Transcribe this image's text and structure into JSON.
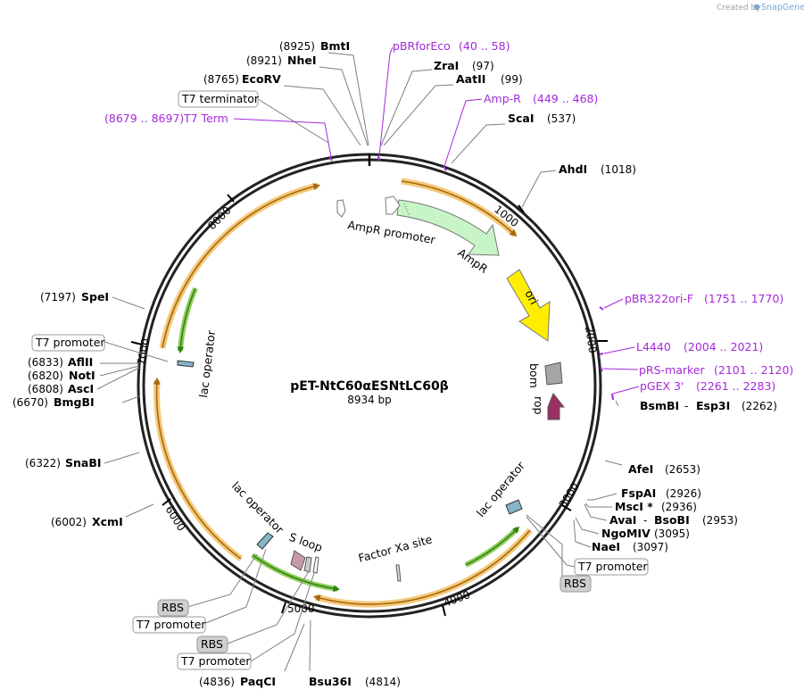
{
  "credit": {
    "prefix": "Created by",
    "brand": "SnapGene"
  },
  "plasmid": {
    "name": "pET-NtC60αESNtLC60β",
    "length_label": "8934 bp"
  },
  "ticks": [
    "1000",
    "2000",
    "3000",
    "4000",
    "5000",
    "6000",
    "7000",
    "8000"
  ],
  "sites": [
    {
      "name": "BmtI",
      "pos": "(8925)"
    },
    {
      "name": "NheI",
      "pos": "(8921)"
    },
    {
      "name": "EcoRV",
      "pos": "(8765)"
    },
    {
      "name": "ZraI",
      "pos": "(97)"
    },
    {
      "name": "AatII",
      "pos": "(99)"
    },
    {
      "name": "ScaI",
      "pos": "(537)"
    },
    {
      "name": "AhdI",
      "pos": "(1018)"
    },
    {
      "name": "SpeI",
      "pos": "(7197)"
    },
    {
      "name": "AflII",
      "pos": "(6833)"
    },
    {
      "name": "NotI",
      "pos": "(6820)"
    },
    {
      "name": "AscI",
      "pos": "(6808)"
    },
    {
      "name": "BmgBI",
      "pos": "(6670)"
    },
    {
      "name": "BsmBI",
      "pos": "(2262)",
      "alt": "Esp3I",
      "sep": "-"
    },
    {
      "name": "SnaBI",
      "pos": "(6322)"
    },
    {
      "name": "AfeI",
      "pos": "(2653)"
    },
    {
      "name": "FspAI",
      "pos": "(2926)"
    },
    {
      "name": "MscI *",
      "pos": "(2936)"
    },
    {
      "name": "AvaI",
      "pos": "(2953)",
      "alt": "BsoBI",
      "sep": "-"
    },
    {
      "name": "NgoMIV",
      "pos": "(3095)"
    },
    {
      "name": "NaeI",
      "pos": "(3097)"
    },
    {
      "name": "XcmI",
      "pos": "(6002)"
    },
    {
      "name": "PaqCI",
      "pos": "(4836)"
    },
    {
      "name": "Bsu36I",
      "pos": "(4814)"
    }
  ],
  "primers": [
    {
      "name": "pBRforEco",
      "range": "(40 .. 58)"
    },
    {
      "name": "Amp-R",
      "range": "(449 .. 468)"
    },
    {
      "name": "T7 Term",
      "range": "(8679 .. 8697)"
    },
    {
      "name": "pBR322ori-F",
      "range": "(1751 .. 1770)"
    },
    {
      "name": "L4440",
      "range": "(2004 .. 2021)"
    },
    {
      "name": "pRS-marker",
      "range": "(2101 .. 2120)"
    },
    {
      "name": "pGEX 3'",
      "range": "(2261 .. 2283)"
    }
  ],
  "boxed_labels": [
    {
      "text": "T7 terminator"
    },
    {
      "text": "T7 promoter"
    },
    {
      "text": "T7 promoter"
    },
    {
      "text": "RBS"
    },
    {
      "text": "T7 promoter"
    },
    {
      "text": "RBS"
    },
    {
      "text": "T7 promoter"
    },
    {
      "text": "RBS"
    }
  ],
  "features": {
    "ampr_promoter": "AmpR promoter",
    "ampr": "AmpR",
    "ori": "ori",
    "bom": "bom",
    "rop": "rop",
    "lac_operator": "lac operator",
    "s_loop": "S loop",
    "factor_xa": "Factor Xa site"
  },
  "colors": {
    "backbone": "#222222",
    "orange_arc": "#f5c97a",
    "orange_arc_dark": "#a56a10",
    "green_arc": "#8fce5a",
    "green_arc_dark": "#2e7d12",
    "ampr": "#c8f5c8",
    "ori": "#ffee00",
    "bom": "#a6a6a6",
    "rop": "#9b2f63",
    "primer": "#a329d9",
    "sloop": "#c89aa8",
    "operator": "#86b4c8"
  }
}
